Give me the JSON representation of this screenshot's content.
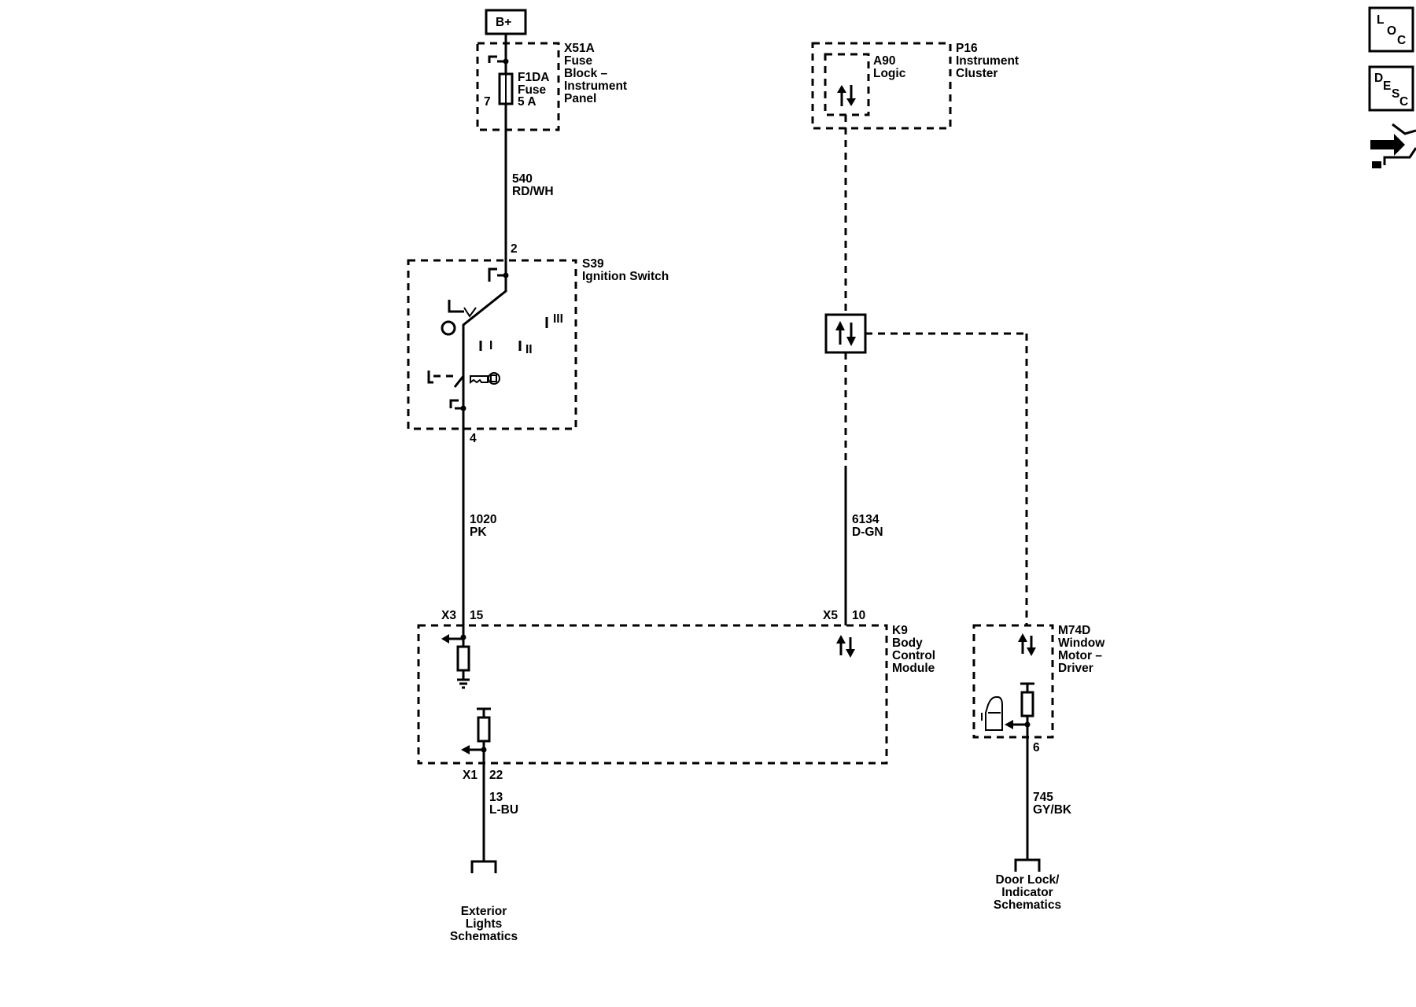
{
  "power": {
    "b_plus": "B+"
  },
  "fuse_block": {
    "id": "X51A",
    "name_lines": [
      "Fuse",
      "Block –",
      "Instrument",
      "Panel"
    ],
    "fuse_lines": [
      "F1DA",
      "Fuse",
      "5 A"
    ],
    "pin": "7"
  },
  "wire_540": {
    "circuit": "540",
    "color": "RD/WH"
  },
  "ignition_switch": {
    "id": "S39",
    "name": "Ignition Switch",
    "pin_in": "2",
    "pin_out": "4",
    "positions": [
      "I",
      "II",
      "III"
    ]
  },
  "wire_1020": {
    "circuit": "1020",
    "color": "PK"
  },
  "instrument_cluster": {
    "id": "P16",
    "name_lines": [
      "Instrument",
      "Cluster"
    ],
    "module_id": "A90",
    "module_name": "Logic"
  },
  "wire_6134": {
    "circuit": "6134",
    "color": "D-GN"
  },
  "bcm": {
    "id": "K9",
    "name_lines": [
      "Body",
      "Control",
      "Module"
    ],
    "conn_x3": "X3",
    "pin_15": "15",
    "conn_x5": "X5",
    "pin_10": "10",
    "conn_x1": "X1",
    "pin_22": "22"
  },
  "wire_13": {
    "circuit": "13",
    "color": "L-BU"
  },
  "exterior_lights": {
    "lines": [
      "Exterior",
      "Lights",
      "Schematics"
    ]
  },
  "window_motor": {
    "id": "M74D",
    "name_lines": [
      "Window",
      "Motor –",
      "Driver"
    ],
    "pin": "6"
  },
  "wire_745": {
    "circuit": "745",
    "color": "GY/BK"
  },
  "door_lock": {
    "lines": [
      "Door Lock/",
      "Indicator",
      "Schematics"
    ]
  },
  "side_icons": [
    "loc-icon",
    "desc-icon",
    "connector-end-view-icon"
  ],
  "side_labels": {
    "loc": [
      "L",
      "O",
      "C"
    ],
    "desc": [
      "D",
      "E",
      "S",
      "C"
    ]
  }
}
